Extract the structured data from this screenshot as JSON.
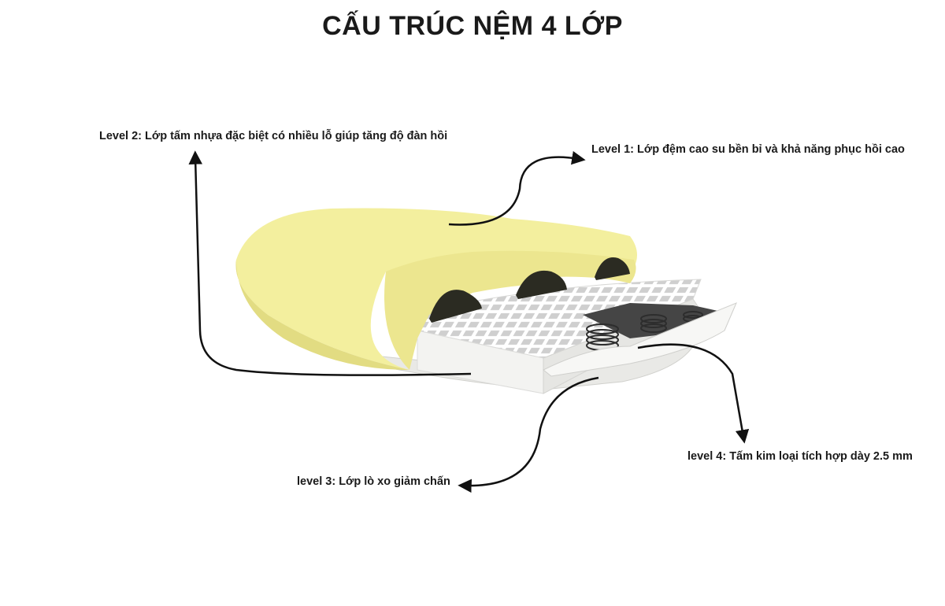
{
  "title": "CẤU TRÚC NỆM 4 LỚP",
  "labels": {
    "level1": "Level 1: Lớp đệm cao su bền bỉ và khả năng phục hồi cao",
    "level2": "Level 2: Lớp tấm nhựa đặc biệt có nhiều lỗ giúp tăng độ đàn hồi",
    "level3": "level 3: Lớp lò xo giảm chấn",
    "level4": "level 4: Tấm kim loại tích hợp dày 2.5 mm"
  },
  "colors": {
    "foam": "#f3ef9e",
    "foam_shadow": "#e2dc82",
    "plastic": "#f4f4f2",
    "spring": "#3a3a3a",
    "arrow": "#111111"
  }
}
